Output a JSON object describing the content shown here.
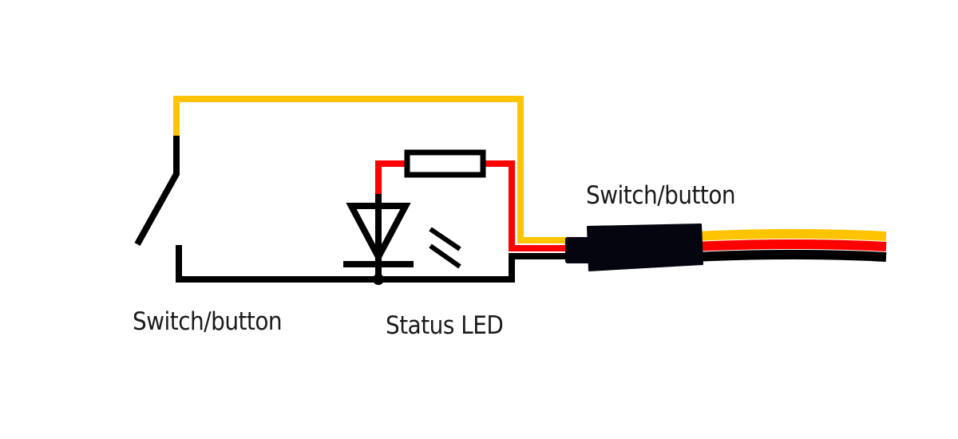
{
  "diagram": {
    "type": "circuit-schematic",
    "labels": {
      "switch_left": "Switch/button",
      "status_led": "Status LED",
      "switch_connector": "Switch/button"
    },
    "wire_colors": {
      "signal": "#FFC400",
      "power": "#FF0000",
      "ground": "#000000"
    },
    "components": [
      {
        "id": "switch",
        "kind": "normally-open switch"
      },
      {
        "id": "resistor",
        "kind": "resistor"
      },
      {
        "id": "led",
        "kind": "light-emitting diode"
      },
      {
        "id": "connector",
        "kind": "3-pin servo connector with cable"
      }
    ]
  }
}
